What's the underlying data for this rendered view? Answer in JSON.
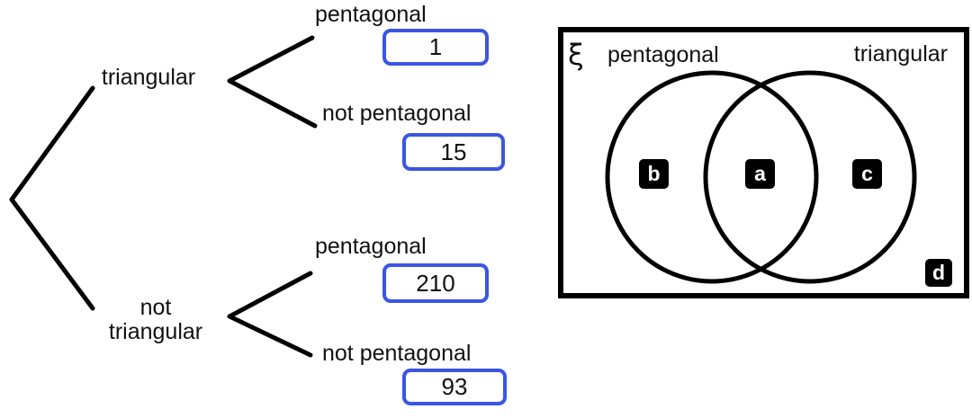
{
  "colors": {
    "answer_box_border": "#3a56e3",
    "diagram_lines": "#000000",
    "badge_background": "#000000",
    "badge_letter": "#ffffff",
    "text": "#111111",
    "background": "#ffffff"
  },
  "tree": {
    "branch_triangular": {
      "label": "triangular"
    },
    "branch_not_triangular": {
      "label": "not\ntriangular"
    },
    "leaves": [
      {
        "label": "pentagonal",
        "value": "1"
      },
      {
        "label": "not pentagonal",
        "value": "15"
      },
      {
        "label": "pentagonal",
        "value": "210"
      },
      {
        "label": "not pentagonal",
        "value": "93"
      }
    ]
  },
  "venn": {
    "universal_set_symbol": "ξ",
    "left_circle_label": "pentagonal",
    "right_circle_label": "triangular",
    "region_labels": {
      "intersection": "a",
      "left_only": "b",
      "right_only": "c",
      "outside": "d"
    }
  }
}
